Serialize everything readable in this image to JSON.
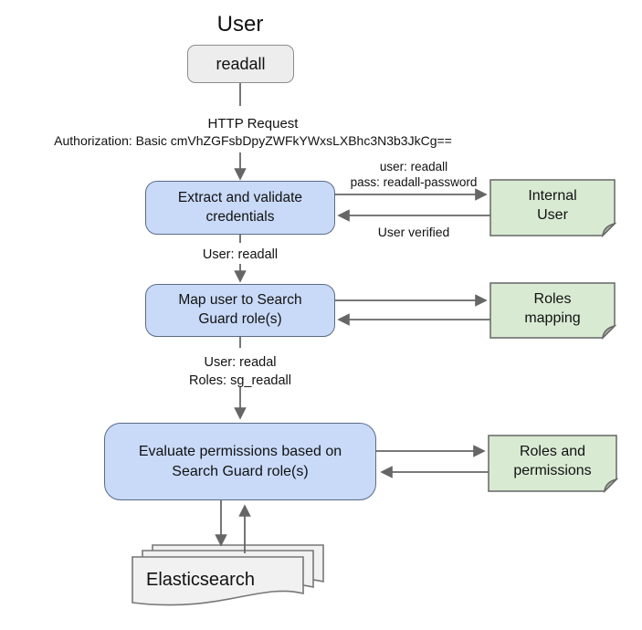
{
  "diagram": {
    "title": "User",
    "nodes": {
      "user_readall": {
        "label": "readall"
      },
      "extract_validate": {
        "line1": "Extract and validate",
        "line2": "credentials"
      },
      "internal_user": {
        "line1": "Internal",
        "line2": "User"
      },
      "map_user": {
        "line1": "Map user to Search",
        "line2": "Guard role(s)"
      },
      "roles_mapping": {
        "line1": "Roles",
        "line2": "mapping"
      },
      "evaluate_permissions": {
        "line1": "Evaluate permissions based on",
        "line2": "Search Guard role(s)"
      },
      "roles_and_permissions": {
        "line1": "Roles and",
        "line2": "permissions"
      },
      "elasticsearch": {
        "label": "Elasticsearch"
      }
    },
    "edge_labels": {
      "http_request": {
        "line1": "HTTP Request",
        "line2": "Authorization: Basic cmVhZGFsbDpyZWFkYWxsLXBhc3N3b3JkCg=="
      },
      "credentials_sent": {
        "line1": "user: readall",
        "line2": "pass: readall-password"
      },
      "user_verified": "User verified",
      "after_validation": "User: readall",
      "after_mapping": {
        "line1": "User: readal",
        "line2": "Roles: sg_readall"
      }
    },
    "colors": {
      "process_fill": "#c9daf8",
      "process_border": "#5b6b87",
      "note_fill": "#d9ead3",
      "note_fold": "#a9b7a0",
      "note_border": "#666666",
      "terminal_fill": "#ededed",
      "terminal_border": "#8c8c8c",
      "doc_fill": "#f1f1f1",
      "doc_border": "#777777",
      "arrow": "#666666"
    }
  }
}
